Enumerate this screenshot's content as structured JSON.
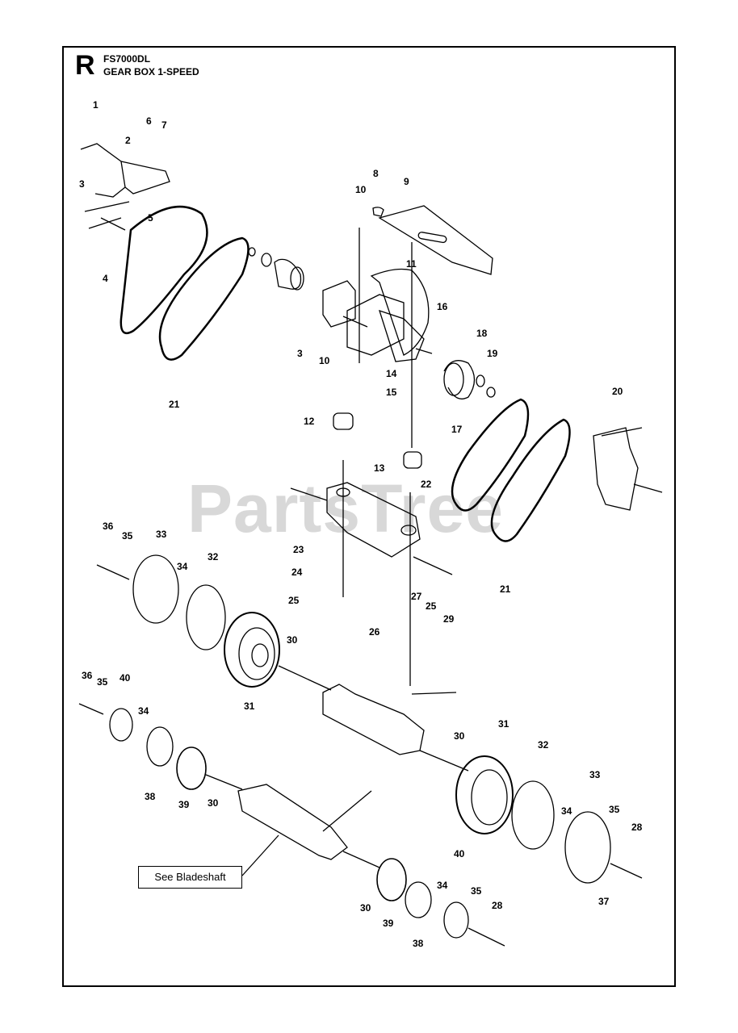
{
  "header": {
    "section_letter": "R",
    "model": "FS7000DL",
    "title": "GEAR BOX 1-SPEED"
  },
  "watermark": "PartsTree",
  "callout_box": "See Bladeshaft",
  "part_numbers": [
    "1",
    "2",
    "6",
    "7",
    "3",
    "5",
    "4",
    "8",
    "10",
    "9",
    "11",
    "16",
    "18",
    "19",
    "3",
    "10",
    "14",
    "15",
    "12",
    "17",
    "20",
    "21",
    "13",
    "22",
    "21",
    "36",
    "35",
    "33",
    "32",
    "34",
    "23",
    "24",
    "25",
    "27",
    "25",
    "29",
    "26",
    "30",
    "31",
    "36",
    "35",
    "40",
    "34",
    "30",
    "31",
    "32",
    "33",
    "34",
    "35",
    "28",
    "38",
    "39",
    "30",
    "40",
    "37",
    "34",
    "35",
    "30",
    "39",
    "28",
    "38"
  ]
}
